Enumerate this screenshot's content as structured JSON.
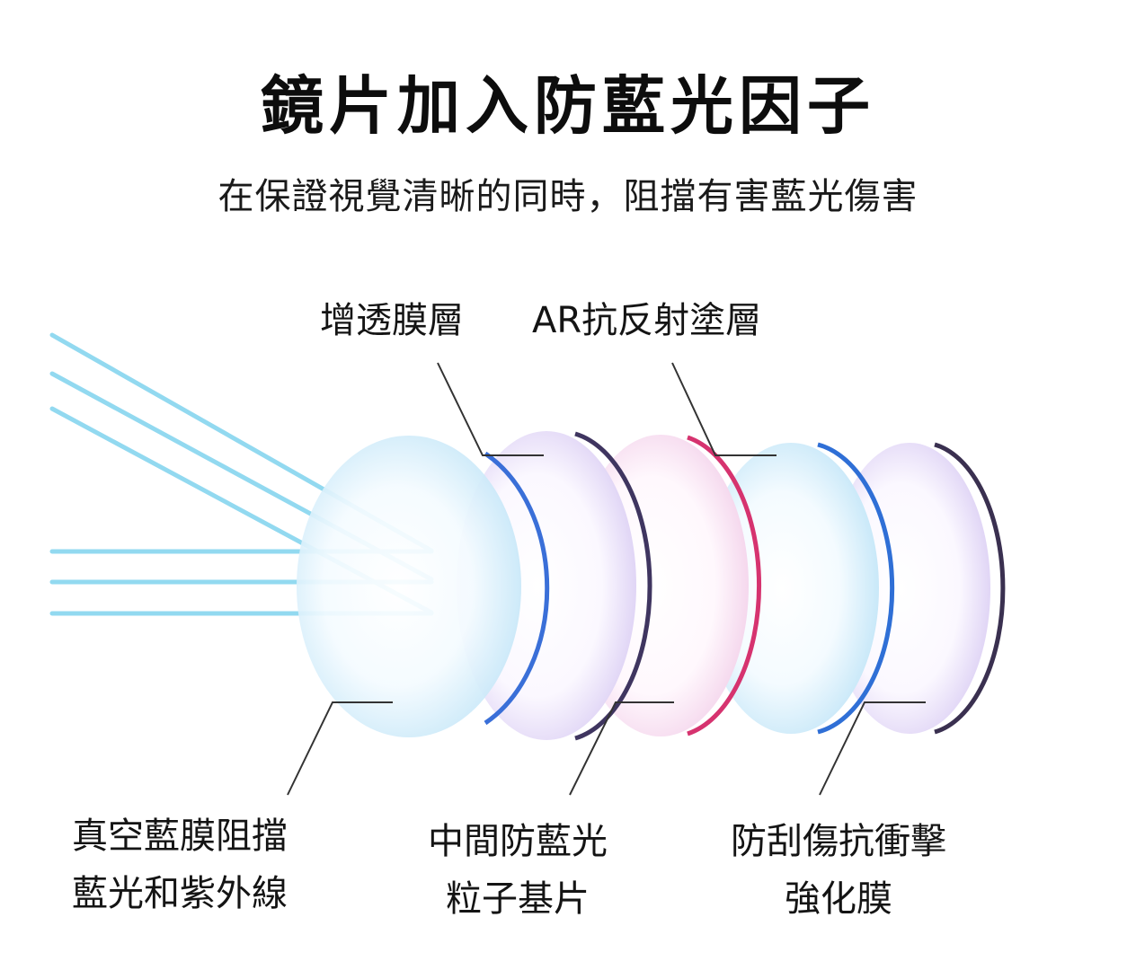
{
  "header": {
    "title": "鏡片加入防藍光因子",
    "subtitle": "在保證視覺清晰的同時，阻擋有害藍光傷害"
  },
  "labels": {
    "top_left": "增透膜層",
    "top_right": "AR抗反射塗層",
    "bottom_1_line1": "真空藍膜阻擋",
    "bottom_1_line2": "藍光和紫外線",
    "bottom_2_line1": "中間防藍光",
    "bottom_2_line2": "粒子基片",
    "bottom_3_line1": "防刮傷抗衝擊",
    "bottom_3_line2": "強化膜"
  },
  "lenses": [
    {
      "name": "vacuum-blue-film",
      "edge_color": "#3a6fd8",
      "tint": "#cfe9f8"
    },
    {
      "name": "anti-reflection-layer",
      "edge_color": "#3f3560",
      "tint": "#e6dcf7"
    },
    {
      "name": "blue-light-substrate",
      "edge_color": "#d6336f",
      "tint": "#f6dcef"
    },
    {
      "name": "ar-coating",
      "edge_color": "#2f6fd6",
      "tint": "#d6ecfa"
    },
    {
      "name": "hardening-film",
      "edge_color": "#3a3050",
      "tint": "#e3d9f5"
    }
  ],
  "colors": {
    "light_ray": "#7fd3ee",
    "leader_line": "#333333"
  }
}
